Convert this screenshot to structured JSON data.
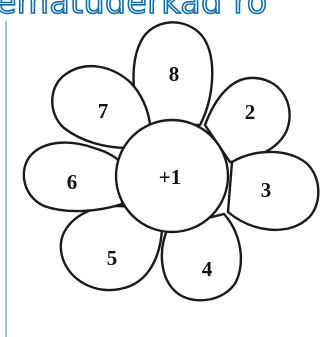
{
  "header": {
    "banner_text": "ematuderkad ro"
  },
  "flower": {
    "center_label": "+1",
    "petals": [
      {
        "label": "8"
      },
      {
        "label": "2"
      },
      {
        "label": "3"
      },
      {
        "label": "4"
      },
      {
        "label": "5"
      },
      {
        "label": "6"
      },
      {
        "label": "7"
      }
    ]
  },
  "colors": {
    "banner_text": "#0d6fae",
    "outline": "#1a1a1a",
    "left_border": "#9dbce0"
  }
}
